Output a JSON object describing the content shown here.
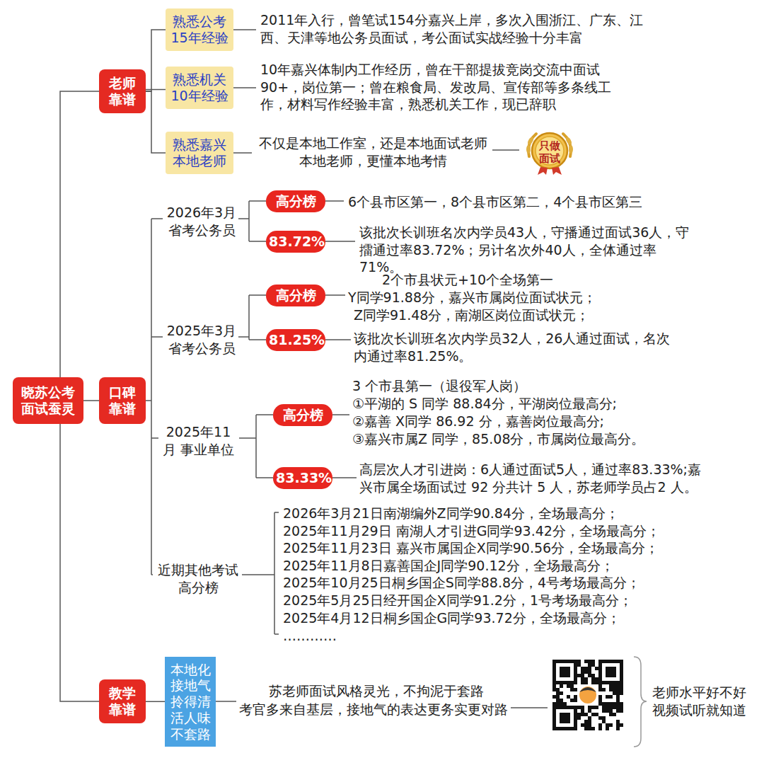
{
  "diagram": {
    "nodes": [
      {
        "text": [
          "晓苏公考 面试蚕灵"
        ]
      },
      {
        "text": [
          "老师 靠谱"
        ]
      },
      {
        "text": [
          "熟悉公考 15年经验"
        ]
      },
      {
        "text": [
          "熟悉机关 10年经验"
        ]
      },
      {
        "text": [
          "熟悉嘉兴 本地老师"
        ]
      },
      {
        "text": [
          "只做 面试"
        ]
      },
      {
        "text": [
          "口碑 靠谱"
        ]
      },
      {
        "text": [
          "高分榜"
        ]
      },
      {
        "text": [
          "83.72%"
        ]
      },
      {
        "text": [
          "高分榜"
        ]
      },
      {
        "text": [
          "81.25%"
        ]
      },
      {
        "text": [
          "高分榜"
        ]
      },
      {
        "text": [
          "83.33%"
        ]
      },
      {
        "text": [
          "教学 靠谱"
        ]
      },
      {
        "text": [
          "本地化 接地气 拎得清 活人味 不套路"
        ]
      }
    ],
    "edges": [
      {
        "from": 0,
        "to": 1,
        "arrow": "none"
      },
      {
        "from": 0,
        "to": 6,
        "arrow": "none"
      },
      {
        "from": 0,
        "to": 13,
        "arrow": "none"
      },
      {
        "from": 1,
        "to": 2,
        "arrow": "none"
      },
      {
        "from": 1,
        "to": 3,
        "arrow": "none"
      },
      {
        "from": 1,
        "to": 4,
        "arrow": "none"
      },
      {
        "from": 13,
        "to": 14,
        "arrow": "none"
      }
    ],
    "labels": [
      "2011年入行，曾笔试154分嘉兴上岸，多次入围浙江、广东、江西、天津等地公务员面试，考公面试实战经验十分丰富",
      "10年嘉兴体制内工作经历，曾在干部提拔竞岗交流中面试90+，岗位第一；曾在粮食局、发改局、宣传部等多条线工作，材料写作经验丰富，熟悉机关工作，现已辞职",
      "不仅是本地工作室，还是本地面试老师 本地老师，更懂本地考情",
      "2026年3月 省考公务员",
      "6个县市区第一，8个县市区第二，4个县市区第三",
      "该批次长训班名次内学员43人，守播通过面试36人，守擂通过率83.72%；另计名次外40人，全体通过率71%。",
      "2025年3月 省考公务员",
      "2个市县状元+10个全场第一",
      "Y同学91.88分，嘉兴市属岗位面试状元；",
      "Z同学91.48分，南湖区岗位面试状元；",
      "该批次长训班名次内学员32人，26人通过面试，名次内通过率81.25%。",
      "2025年11月 事业单位",
      "3 个市县第一（退役军人岗）",
      "①平湖的 S 同学 88.84分，平湖岗位最高分;",
      "②嘉善 X同学 86.92 分，嘉善岗位最高分;",
      "③嘉兴市属Z 同学，85.08分，市属岗位最高分。",
      "高层次人才引进岗：6人通过面试5人，通过率83.33%;嘉兴市属全场面试过 92 分共计 5 人，苏老师学员占2 人。",
      "近期其他考试 高分榜",
      "2026年3月21日南湖编外Z同学90.84分，全场最高分；",
      "2025年11月29日 南湖人才引进G同学93.42分，全场最高分；",
      "2025年11月23日 嘉兴市属国企X同学90.56分，全场最高分；",
      "2025年11月8日嘉善国企J同学90.12分，全场最高分；",
      "2025年10月25日桐乡国企S同学88.8分，4号考场最高分；",
      "2025年5月25日经开国企X同学91.2分，1号考场最高分；",
      "2025年4月12日桐乡国企G同学93.72分，全场最高分；",
      "…………",
      "苏老师面试风格灵光，不拘泥于套路",
      "考官多来自基层，接地气的表达更务实更对路",
      "老师水平好不好 视频试听就知道"
    ]
  }
}
